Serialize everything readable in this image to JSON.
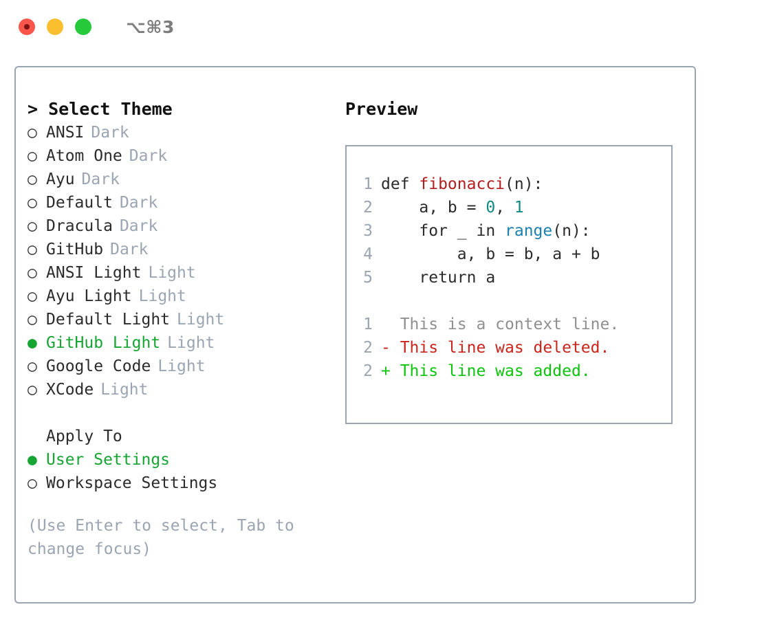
{
  "titlebar": {
    "lights": [
      {
        "name": "close",
        "color": "#fb564b"
      },
      {
        "name": "minimize",
        "color": "#fbbe2e"
      },
      {
        "name": "maximize",
        "color": "#25c939"
      }
    ],
    "shortcut": "⌥⌘3"
  },
  "theme_picker": {
    "header": "> Select Theme",
    "options": [
      {
        "marker": "○",
        "label": "ANSI",
        "category": "Dark",
        "selected": false
      },
      {
        "marker": "○",
        "label": "Atom One",
        "category": "Dark",
        "selected": false
      },
      {
        "marker": "○",
        "label": "Ayu",
        "category": "Dark",
        "selected": false
      },
      {
        "marker": "○",
        "label": "Default",
        "category": "Dark",
        "selected": false
      },
      {
        "marker": "○",
        "label": "Dracula",
        "category": "Dark",
        "selected": false
      },
      {
        "marker": "○",
        "label": "GitHub",
        "category": "Dark",
        "selected": false
      },
      {
        "marker": "○",
        "label": "ANSI Light",
        "category": "Light",
        "selected": false
      },
      {
        "marker": "○",
        "label": "Ayu Light",
        "category": "Light",
        "selected": false
      },
      {
        "marker": "○",
        "label": "Default Light",
        "category": "Light",
        "selected": false
      },
      {
        "marker": "●",
        "label": "GitHub Light",
        "category": "Light",
        "selected": true
      },
      {
        "marker": "○",
        "label": "Google Code",
        "category": "Light",
        "selected": false
      },
      {
        "marker": "○",
        "label": "XCode",
        "category": "Light",
        "selected": false
      }
    ]
  },
  "apply_to": {
    "header": "Apply To",
    "options": [
      {
        "marker": "●",
        "label": "User Settings",
        "selected": true
      },
      {
        "marker": "○",
        "label": "Workspace Settings",
        "selected": false
      }
    ]
  },
  "hint": "(Use Enter to select, Tab to change focus)",
  "preview": {
    "title": "Preview",
    "code_lines": [
      {
        "no": "1",
        "segments": [
          {
            "text": "def ",
            "kind": "plain"
          },
          {
            "text": "fibonacci",
            "kind": "fn"
          },
          {
            "text": "(n):",
            "kind": "plain"
          }
        ]
      },
      {
        "no": "2",
        "segments": [
          {
            "text": "    a, b = ",
            "kind": "plain"
          },
          {
            "text": "0",
            "kind": "num"
          },
          {
            "text": ", ",
            "kind": "plain"
          },
          {
            "text": "1",
            "kind": "num"
          }
        ]
      },
      {
        "no": "3",
        "segments": [
          {
            "text": "    for _ in ",
            "kind": "plain"
          },
          {
            "text": "range",
            "kind": "call"
          },
          {
            "text": "(n):",
            "kind": "plain"
          }
        ]
      },
      {
        "no": "4",
        "segments": [
          {
            "text": "        a, b = b, a + b",
            "kind": "plain"
          }
        ]
      },
      {
        "no": "5",
        "segments": [
          {
            "text": "    return a",
            "kind": "plain"
          }
        ]
      }
    ],
    "diff_lines": [
      {
        "no": "1",
        "text": "  This is a context line.",
        "kind": "ctx"
      },
      {
        "no": "2",
        "text": "- This line was deleted.",
        "kind": "del"
      },
      {
        "no": "2",
        "text": "+ This line was added.",
        "kind": "add"
      }
    ]
  },
  "colors": {
    "accent_green": "#16a532",
    "muted": "#9aa5b1",
    "border": "#9aa5b1",
    "fn": "#b31d1d",
    "num": "#0e8a80",
    "call": "#1b7faf",
    "diff_add": "#0bc40b",
    "diff_del": "#c9251c",
    "diff_ctx": "#8f8f8f"
  }
}
